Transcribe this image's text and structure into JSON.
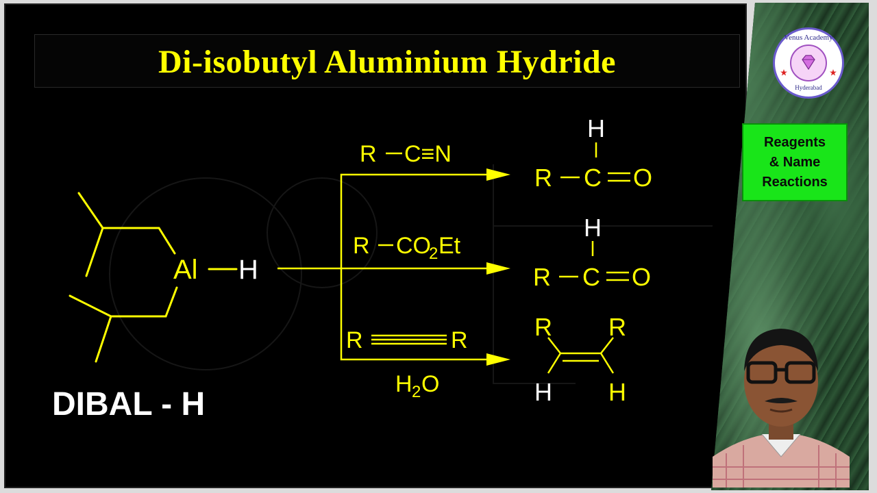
{
  "title": "Di-isobutyl Aluminium Hydride",
  "reagent_abbrev": "DIBAL - H",
  "structure": {
    "al": "Al",
    "h": "H"
  },
  "reactions": [
    {
      "substrate": {
        "r": "R",
        "rest": "C≡N"
      },
      "condition": "",
      "product": {
        "r": "R",
        "c": "C",
        "o": "O",
        "h": "H"
      }
    },
    {
      "substrate": {
        "r": "R",
        "co": "CO",
        "sub": "2",
        "et": "Et"
      },
      "condition": "",
      "product": {
        "r": "R",
        "c": "C",
        "o": "O",
        "h": "H"
      }
    },
    {
      "substrate": {
        "r1": "R",
        "r2": "R"
      },
      "condition": {
        "h": "H",
        "sub": "2",
        "o": "O"
      },
      "product": {
        "r1": "R",
        "r2": "R",
        "h1": "H",
        "h2": "H"
      }
    }
  ],
  "sidebar": {
    "logo": {
      "name": "Venus Academy",
      "city": "Hyderabad"
    },
    "badge": "Reagents\n& Name\nReactions"
  },
  "colors": {
    "reagent": "#ffff00",
    "product": "#ffff00",
    "highlight": "#ffffff",
    "badge": "#19e519",
    "background": "#000000"
  },
  "icons": [
    "gem-icon",
    "star-icon",
    "presenter-avatar"
  ]
}
